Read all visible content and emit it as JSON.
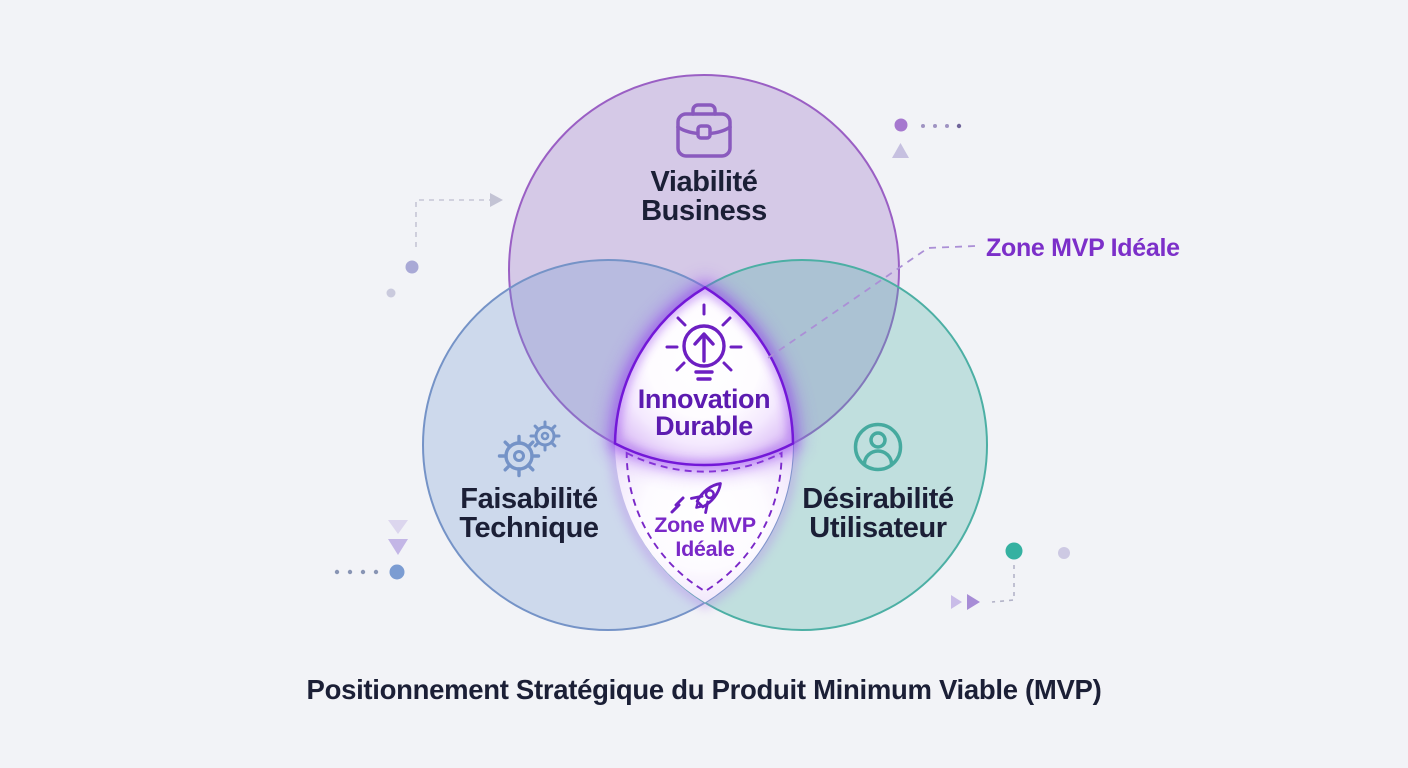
{
  "title": "Positionnement Stratégique du Produit Minimum Viable (MVP)",
  "colors": {
    "background": "#f2f3f7",
    "business_fill": "#8b5cc0",
    "business_stroke": "#9a5fc4",
    "technical_fill": "#6e96cf",
    "technical_stroke": "#7593c7",
    "user_fill": "#4db3a6",
    "user_stroke": "#4cafa4",
    "center_stroke": "#7318d8",
    "label_dark": "#1b1f36",
    "purple_text": "#5c1bb0",
    "zone_text": "#7a28c8",
    "callout_text": "#7c2fc9"
  },
  "venn": {
    "business": {
      "line1": "Viabilité",
      "line2": "Business",
      "icon": "briefcase-icon"
    },
    "technical": {
      "line1": "Faisabilité",
      "line2": "Technique",
      "icon": "gears-icon"
    },
    "user": {
      "line1": "Désirabilité",
      "line2": "Utilisateur",
      "icon": "user-icon"
    },
    "center": {
      "line1": "Innovation",
      "line2": "Durable",
      "icon": "lightbulb-arrow-icon"
    },
    "mvp_zone": {
      "line1": "Zone MVP",
      "line2": "Idéale",
      "icon": "rocket-icon"
    }
  },
  "callout": {
    "label": "Zone MVP Idéale"
  },
  "decorations": [
    "dashed-arrow-top-left",
    "lavender-dot-left",
    "small-dot-left",
    "purple-dot-top-right",
    "dotted-line-top-right",
    "triangle-up-top-right",
    "chevrons-down-bottom-left",
    "dotted-line-bottom-left",
    "blue-dot-bottom-left",
    "teal-dot-bottom-right",
    "lavender-dot-bottom-right",
    "dashed-connector-bottom-right",
    "arrows-right-bottom-right",
    "callout-dashed-line"
  ]
}
